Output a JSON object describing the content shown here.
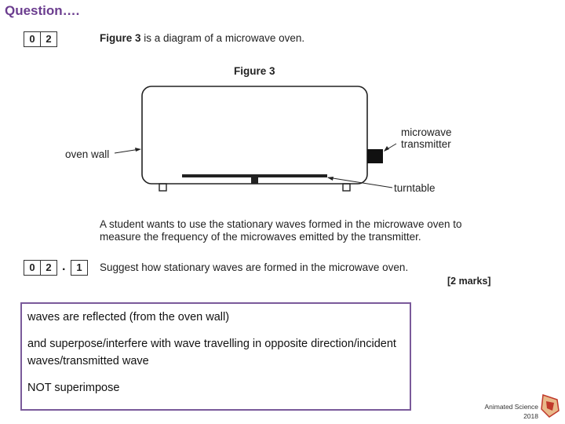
{
  "header": {
    "title": "Question…."
  },
  "question": {
    "number": [
      "0",
      "2"
    ],
    "intro_bold": "Figure 3",
    "intro_rest": " is a diagram of a microwave oven.",
    "figure_title": "Figure 3",
    "labels": {
      "oven_wall": "oven wall",
      "transmitter_line1": "microwave",
      "transmitter_line2": "transmitter",
      "turntable": "turntable"
    },
    "student_line1": "A student wants to use the stationary waves formed in the microwave oven to",
    "student_line2": "measure the frequency of the microwaves emitted by the transmitter.",
    "sub_number": [
      "0",
      "2"
    ],
    "sub_dot": ".",
    "sub_part": "1",
    "sub_text": "Suggest how stationary waves are formed in the microwave oven.",
    "marks": "[2 marks]"
  },
  "answer": {
    "line1": "waves are reflected (from the oven wall)",
    "line2": "and superpose/interfere with wave travelling in opposite direction/incident waves/transmitted wave",
    "line3": "NOT superimpose"
  },
  "footer": {
    "brand": "Animated Science",
    "year": "2018"
  },
  "colors": {
    "title": "#6b3d8f",
    "answer_border": "#7a5a9a"
  }
}
